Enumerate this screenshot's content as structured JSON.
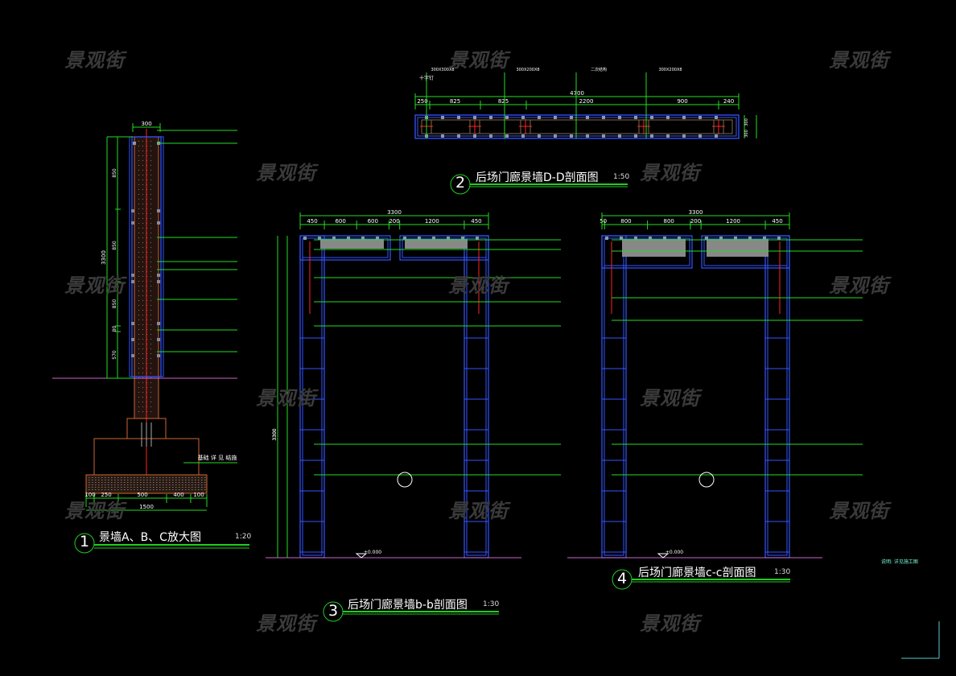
{
  "watermark": "景观街",
  "colors": {
    "dim": "#22dd22",
    "wall": "#3355ff",
    "brick": "#cc6633",
    "axis": "#ff2222",
    "ground": "#cc66cc",
    "fill": "#888888"
  },
  "drawings": [
    {
      "number": "1",
      "title": "景墙A、B、C放大图",
      "scale": "1:20",
      "dims_top": [
        "300"
      ],
      "dims_left": [
        "850",
        "850",
        "850",
        "80",
        "570"
      ],
      "dims_total": "3300",
      "dims_bottom": [
        "100",
        "250",
        "500",
        "400",
        "100"
      ],
      "dims_bottom_total": "1500",
      "foundation_label": "基础 详 见 结施"
    },
    {
      "number": "2",
      "title": "后场门廊景墙D-D剖面图",
      "scale": "1:50",
      "dims_total": "4700",
      "dims_segments": [
        "250",
        "825",
        "825",
        "2200",
        "900",
        "240"
      ],
      "dims_right": [
        "300",
        "300"
      ],
      "note": "十字钉"
    },
    {
      "number": "3",
      "title": "后场门廊景墙b-b剖面图",
      "scale": "1:30",
      "dims_total": "3300",
      "dims_segments": [
        "450",
        "600",
        "600",
        "200",
        "1200",
        "450"
      ],
      "level": "±0.000"
    },
    {
      "number": "4",
      "title": "后场门廊景墙c-c剖面图",
      "scale": "1:30",
      "dims_total": "3300",
      "dims_segments": [
        "50",
        "800",
        "800",
        "200",
        "1200",
        "450"
      ],
      "level": "±0.000"
    }
  ],
  "side_note": "说明: 详见施工图"
}
